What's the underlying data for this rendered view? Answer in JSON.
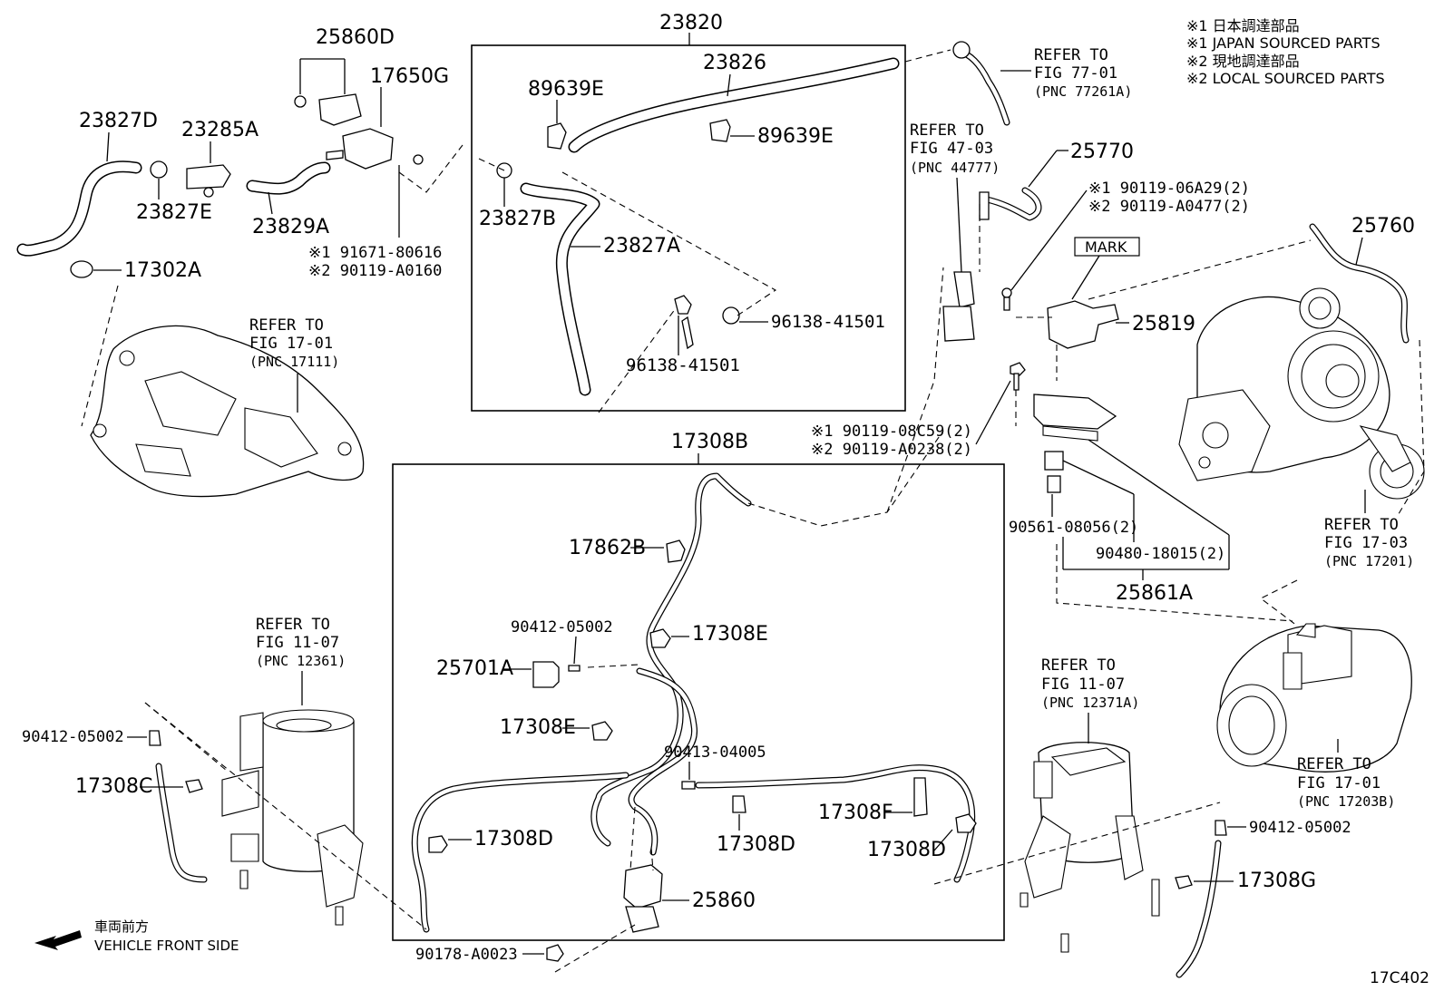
{
  "legend": {
    "line1": "※1  日本調達部品",
    "line2": "※1  JAPAN SOURCED PARTS",
    "line3": "※2  現地調達部品",
    "line4": "※2  LOCAL SOURCED PARTS"
  },
  "diagram_id": "17C402",
  "direction": {
    "jp": "車両前方",
    "en": "VEHICLE FRONT SIDE"
  },
  "refs": {
    "r77": [
      "REFER TO",
      "FIG 77-01",
      "(PNC 77261A)"
    ],
    "r47": [
      "REFER TO",
      "FIG 47-03",
      "(PNC 44777)"
    ],
    "r17_01a": [
      "REFER TO",
      "FIG 17-01",
      "(PNC 17111)"
    ],
    "r17_03": [
      "REFER TO",
      "FIG 17-03",
      "(PNC 17201)"
    ],
    "r11_07a": [
      "REFER TO",
      "FIG 11-07",
      "(PNC 12361)"
    ],
    "r11_07b": [
      "REFER TO",
      "FIG 11-07",
      "(PNC 12371A)"
    ],
    "r17_01b": [
      "REFER TO",
      "FIG 17-01",
      "(PNC 17203B)"
    ]
  },
  "mark_label": "MARK",
  "labels": {
    "p23820": "23820",
    "p23826": "23826",
    "p89639E_a": "89639E",
    "p89639E_b": "89639E",
    "p23827B": "23827B",
    "p23827A": "23827A",
    "p96138_a": "96138-41501",
    "p96138_b": "96138-41501",
    "p25860D": "25860D",
    "p17650G": "17650G",
    "p23827D": "23827D",
    "p23285A": "23285A",
    "p23827E": "23827E",
    "p23829A": "23829A",
    "p91671": "※1  91671-80616",
    "p90119_A0160": "※2  90119-A0160",
    "p17302A": "17302A",
    "p25770": "25770",
    "p90119_06A29": "※1 90119-06A29(2)",
    "p90119_A0477": "※2 90119-A0477(2)",
    "p25760": "25760",
    "p25819": "25819",
    "p90119_08C59": "※1 90119-08C59(2)",
    "p90119_A0238": "※2 90119-A0238(2)",
    "p90561": "90561-08056(2)",
    "p90480": "90480-18015(2)",
    "p25861A": "25861A",
    "p17308B": "17308B",
    "p17862B": "17862B",
    "p90412_in": "90412-05002",
    "p17308E_a": "17308E",
    "p25701A": "25701A",
    "p17308E_b": "17308E",
    "p90413": "90413-04005",
    "p17308F": "17308F",
    "p17308D_a": "17308D",
    "p17308D_b": "17308D",
    "p17308D_c": "17308D",
    "p25860": "25860",
    "p90178": "90178-A0023",
    "p90412_left": "90412-05002",
    "p17308C": "17308C",
    "p90412_right": "90412-05002",
    "p17308G": "17308G"
  }
}
